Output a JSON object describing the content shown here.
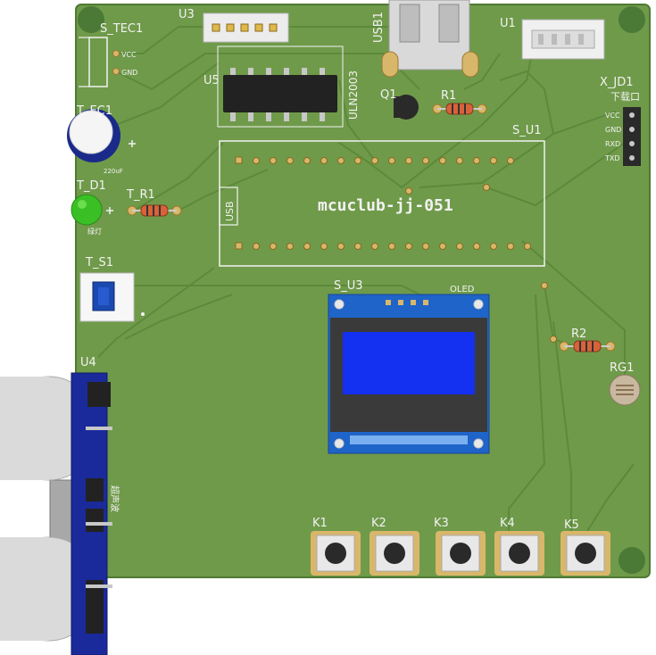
{
  "board": {
    "title": "mcuclub-jj-051",
    "colors": {
      "pcb": "#6f9a4a",
      "trace": "#5c8a3a",
      "silk": "#f2f2f2",
      "pad": "#d9b76a",
      "oled_blue": "#1430f0",
      "oled_frame": "#1f64c8"
    }
  },
  "labels": {
    "s_tec1": "S_TEC1",
    "vcc": "VCC",
    "gnd": "GND",
    "u3": "U3",
    "usb1": "USB1",
    "u1": "U1",
    "u5": "U5",
    "uln": "ULN2003",
    "q1": "Q1",
    "r1": "R1",
    "t_ec1": "T_EC1",
    "cap_value": "220uF",
    "t_d1": "T_D1",
    "led_note": "绿灯",
    "t_r1": "T_R1",
    "s_u1": "S_U1",
    "usb_mark": "USB",
    "x_jd1": "X_JD1",
    "download_port": "下载口",
    "jd_pins": [
      "VCC",
      "GND",
      "RXD",
      "TXD"
    ],
    "t_s1": "T_S1",
    "s_u3": "S_U3",
    "oled": "OLED",
    "r2": "R2",
    "rg1": "RG1",
    "u4": "U4",
    "ultrasonic": "超声波",
    "keys": [
      "K1",
      "K2",
      "K3",
      "K4",
      "K5"
    ]
  }
}
